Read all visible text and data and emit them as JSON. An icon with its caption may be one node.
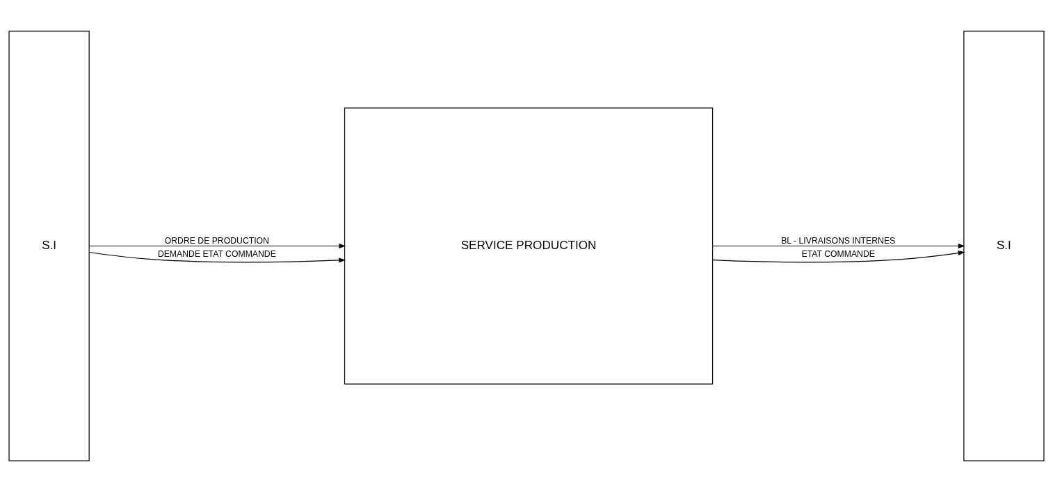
{
  "diagram": {
    "nodes": [
      {
        "text": [
          "S.I"
        ]
      },
      {
        "text": [
          "SERVICE PRODUCTION"
        ]
      },
      {
        "text": [
          "S.I"
        ]
      }
    ],
    "edges": [
      {
        "from": 0,
        "to": 1,
        "arrow": "to",
        "label": "ORDRE DE PRODUCTION"
      },
      {
        "from": 0,
        "to": 1,
        "arrow": "to",
        "label": "DEMANDE ETAT COMMANDE"
      },
      {
        "from": 1,
        "to": 2,
        "arrow": "to",
        "label": "BL - LIVRAISONS INTERNES"
      },
      {
        "from": 1,
        "to": 2,
        "arrow": "to",
        "label": "ETAT COMMANDE"
      }
    ]
  }
}
